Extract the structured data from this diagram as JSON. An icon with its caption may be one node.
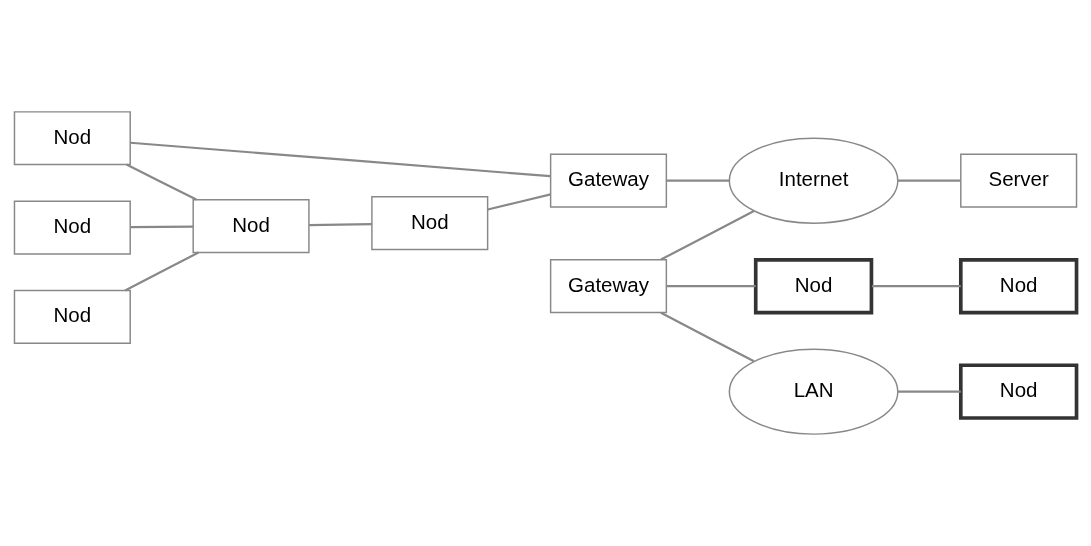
{
  "diagram": {
    "nodes": [
      {
        "text": [
          "Nod"
        ]
      },
      {
        "text": [
          "Nod"
        ]
      },
      {
        "text": [
          "Gateway"
        ]
      },
      {
        "text": [
          "Nod"
        ]
      },
      {
        "text": [
          "Internet"
        ]
      },
      {
        "text": [
          "Nod"
        ]
      },
      {
        "text": [
          "Nod"
        ]
      },
      {
        "text": [
          "Gateway"
        ]
      },
      {
        "text": [
          "Nod"
        ]
      },
      {
        "text": [
          "LAN"
        ]
      },
      {
        "text": [
          "Server"
        ]
      },
      {
        "text": [
          "Nod"
        ]
      },
      {
        "text": [
          "Nod"
        ]
      }
    ],
    "edges": [
      {
        "from": 1,
        "to": 3,
        "arrow": "none"
      },
      {
        "from": 0,
        "to": 3,
        "arrow": "none"
      },
      {
        "from": 0,
        "to": 2,
        "arrow": "none"
      },
      {
        "from": 5,
        "to": 2,
        "arrow": "none"
      },
      {
        "from": 3,
        "to": 5,
        "arrow": "none"
      },
      {
        "from": 6,
        "to": 3,
        "arrow": "none"
      },
      {
        "from": 2,
        "to": 4,
        "arrow": "none"
      },
      {
        "from": 7,
        "to": 4,
        "arrow": "none"
      },
      {
        "from": 4,
        "to": 10,
        "arrow": "none"
      },
      {
        "from": 7,
        "to": 8,
        "arrow": "none"
      },
      {
        "from": 8,
        "to": 11,
        "arrow": "none"
      },
      {
        "from": 7,
        "to": 9,
        "arrow": "none"
      },
      {
        "from": 9,
        "to": 12,
        "arrow": "none"
      }
    ]
  }
}
